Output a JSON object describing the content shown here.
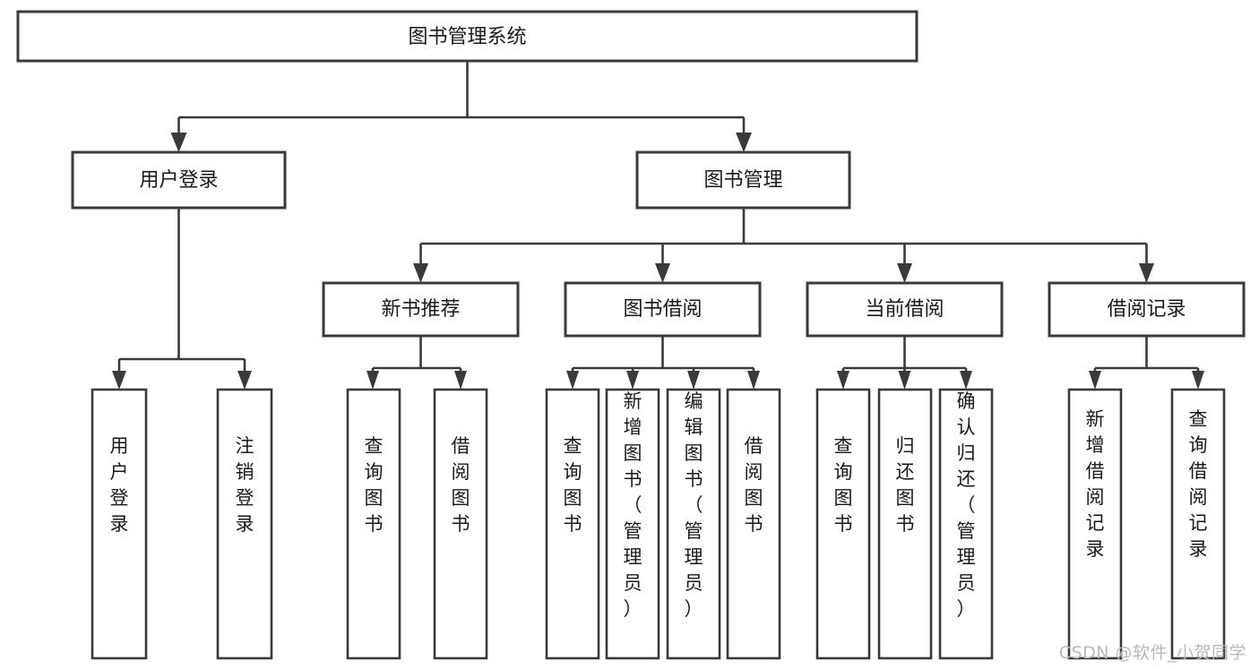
{
  "diagram": {
    "type": "tree-hierarchy-chart",
    "title": "图书管理系统",
    "watermark": "CSDN @软件_小贺同学",
    "colors": {
      "stroke": "#3a3a3a",
      "fill": "#ffffff",
      "text": "#1a1a1a",
      "watermark": "#b9b9b9"
    },
    "root": {
      "label": "图书管理系统",
      "orientation": "horizontal"
    },
    "level2": [
      {
        "label": "用户登录",
        "orientation": "horizontal"
      },
      {
        "label": "图书管理",
        "orientation": "horizontal"
      }
    ],
    "level3": [
      {
        "label": "新书推荐",
        "orientation": "horizontal"
      },
      {
        "label": "图书借阅",
        "orientation": "horizontal"
      },
      {
        "label": "当前借阅",
        "orientation": "horizontal"
      },
      {
        "label": "借阅记录",
        "orientation": "horizontal"
      }
    ],
    "leaves": {
      "user_login": [
        {
          "label": "用户登录",
          "orientation": "vertical"
        },
        {
          "label": "注销登录",
          "orientation": "vertical"
        }
      ],
      "new_book_recommend": [
        {
          "label": "查询图书",
          "orientation": "vertical"
        },
        {
          "label": "借阅图书",
          "orientation": "vertical"
        }
      ],
      "book_borrow": [
        {
          "label": "查询图书",
          "orientation": "vertical"
        },
        {
          "label": "新增图书（管理员）",
          "orientation": "vertical"
        },
        {
          "label": "编辑图书（管理员）",
          "orientation": "vertical"
        },
        {
          "label": "借阅图书",
          "orientation": "vertical"
        }
      ],
      "current_borrow": [
        {
          "label": "查询图书",
          "orientation": "vertical"
        },
        {
          "label": "归还图书",
          "orientation": "vertical"
        },
        {
          "label": "确认归还（管理员）",
          "orientation": "vertical"
        }
      ],
      "borrow_record": [
        {
          "label": "新增借阅记录",
          "orientation": "vertical"
        },
        {
          "label": "查询借阅记录",
          "orientation": "vertical"
        }
      ]
    }
  }
}
